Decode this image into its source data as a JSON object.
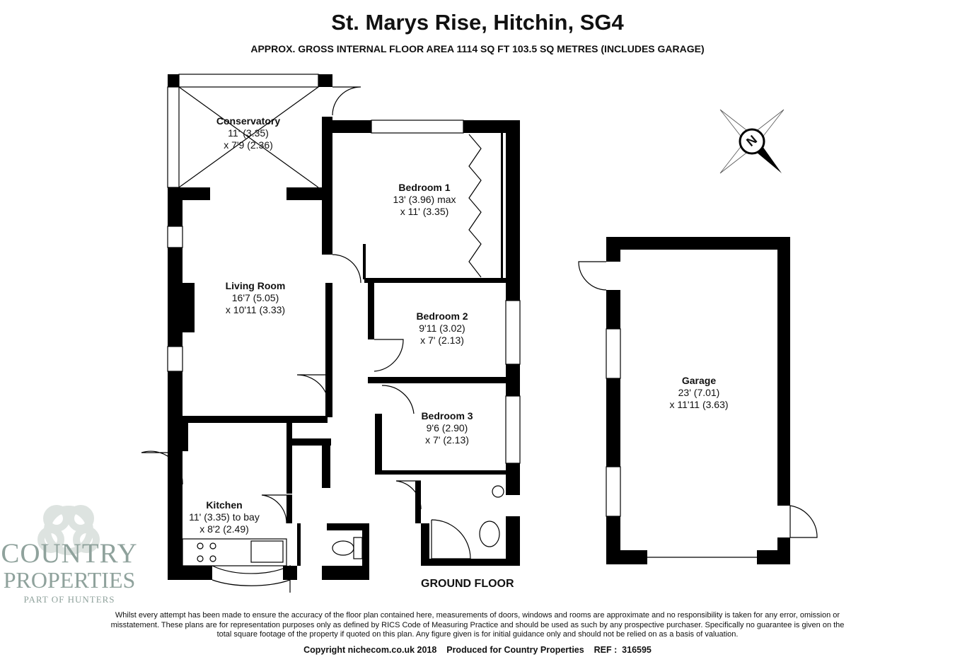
{
  "title": "St. Marys Rise, Hitchin, SG4",
  "subtitle": "APPROX. GROSS INTERNAL FLOOR AREA 1114 SQ FT 103.5 SQ METRES (INCLUDES GARAGE)",
  "rooms": [
    {
      "name": "Conservatory",
      "dim1": "11' (3.35)",
      "dim2": "x 7'9 (2.36)"
    },
    {
      "name": "Bedroom 1",
      "dim1": "13' (3.96) max",
      "dim2": "x 11' (3.35)"
    },
    {
      "name": "Living Room",
      "dim1": "16'7 (5.05)",
      "dim2": "x 10'11 (3.33)"
    },
    {
      "name": "Bedroom 2",
      "dim1": "9'11 (3.02)",
      "dim2": "x 7' (2.13)"
    },
    {
      "name": "Bedroom 3",
      "dim1": "9'6 (2.90)",
      "dim2": "x 7' (2.13)"
    },
    {
      "name": "Kitchen",
      "dim1": "11' (3.35) to bay",
      "dim2": "x 8'2 (2.49)"
    },
    {
      "name": "Garage",
      "dim1": "23' (7.01)",
      "dim2": "x 11'11 (3.63)"
    }
  ],
  "floor_label": "GROUND FLOOR",
  "compass_label": "N",
  "disclaimer": "Whilst every attempt has been made to ensure the accuracy of the floor plan contained here, measurements of doors, windows and rooms are approximate and no responsibility is taken for any error, omission or misstatement. These plans are for representation purposes only as defined by RICS Code of Measuring Practice and should be used as such by any prospective purchaser. Specifically no guarantee is given on the total square footage of the property if quoted on this plan. Any figure given is for initial guidance only and should not be relied on as a basis of valuation.",
  "copyright": "Copyright nichecom.co.uk 2018    Produced for Country Properties    REF :  316595",
  "logo": {
    "line1": "COUNTRY",
    "line2": "PROPERTIES",
    "line3": "PART OF HUNTERS"
  }
}
